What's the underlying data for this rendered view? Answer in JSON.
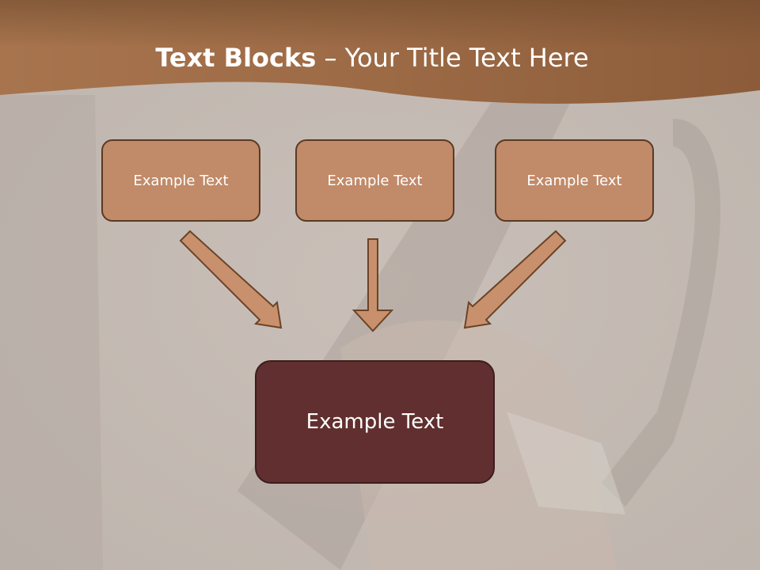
{
  "title": {
    "bold": "Text Blocks",
    "separator": " – ",
    "rest": "Your Title Text Here"
  },
  "top_boxes": [
    "Example Text",
    "Example Text",
    "Example Text"
  ],
  "bottom_box": "Example Text",
  "colors": {
    "header": "#9a6640",
    "box_fill": "#c18a68",
    "box_border": "#5a3a22",
    "main_box": "#612f2f",
    "arrow_fill": "#c8906c"
  }
}
